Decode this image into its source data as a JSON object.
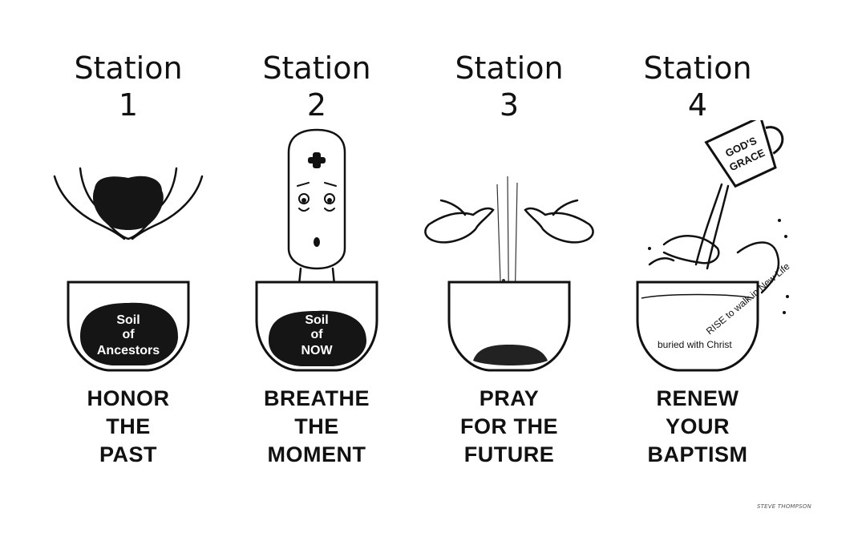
{
  "stations": [
    {
      "word": "Station",
      "number": "1",
      "bowl_label": [
        "Soil",
        "of",
        "Ancestors"
      ],
      "caption": [
        "HONOR",
        "THE",
        "PAST"
      ]
    },
    {
      "word": "Station",
      "number": "2",
      "bowl_label": [
        "Soil",
        "of",
        "NOW"
      ],
      "caption": [
        "BREATHE",
        "THE",
        "MOMENT"
      ]
    },
    {
      "word": "Station",
      "number": "3",
      "caption": [
        "PRAY",
        "FOR THE",
        "FUTURE"
      ]
    },
    {
      "word": "Station",
      "number": "4",
      "pitcher_label": [
        "GOD'S",
        "GRACE"
      ],
      "rise_text": "RISE to walk in New Life",
      "buried_text": "buried with Christ",
      "caption": [
        "RENEW",
        "YOUR",
        "BAPTISM"
      ]
    }
  ],
  "signature": "STEVE THOMPSON"
}
